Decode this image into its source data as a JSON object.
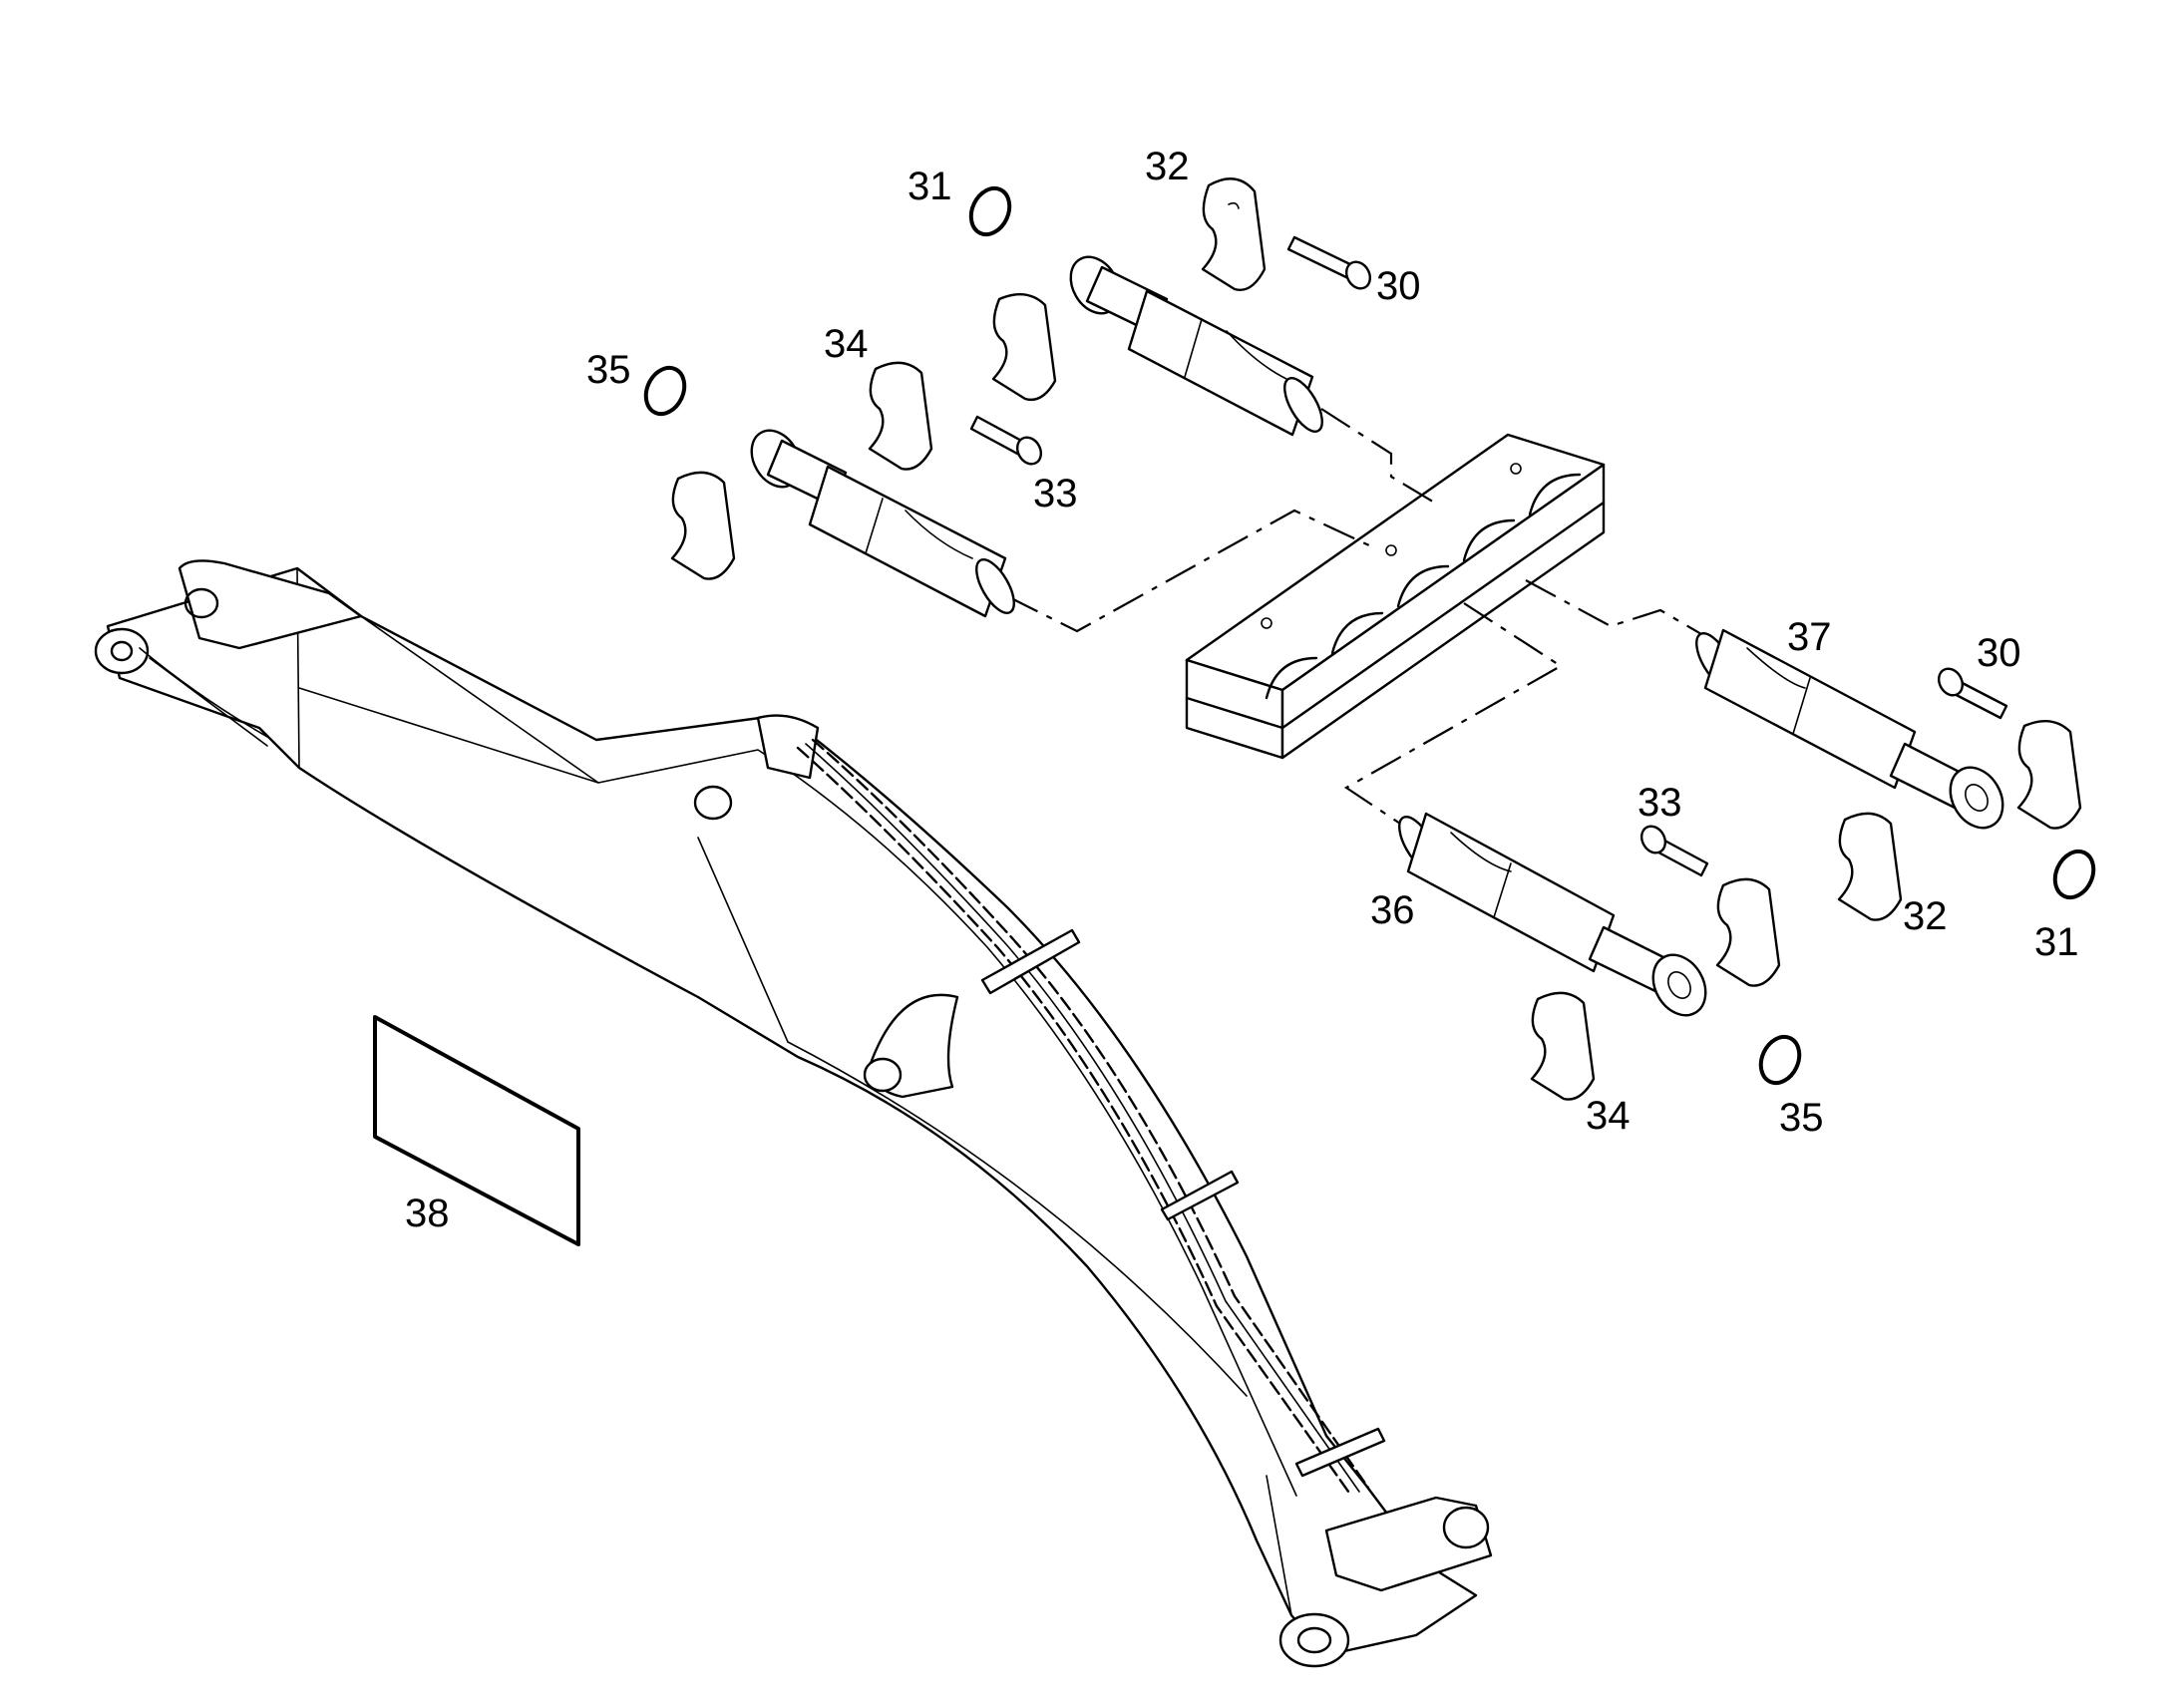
{
  "callouts": {
    "c31_top": "31",
    "c32_top": "32",
    "c30_top": "30",
    "c34_top": "34",
    "c35_top": "35",
    "c33_top": "33",
    "c37": "37",
    "c30_right": "30",
    "c33_mid": "33",
    "c36": "36",
    "c32_right": "32",
    "c31_right": "31",
    "c34_bottom": "34",
    "c35_bottom": "35",
    "c38": "38"
  },
  "colors": {
    "line": "#000000",
    "background": "#ffffff"
  }
}
